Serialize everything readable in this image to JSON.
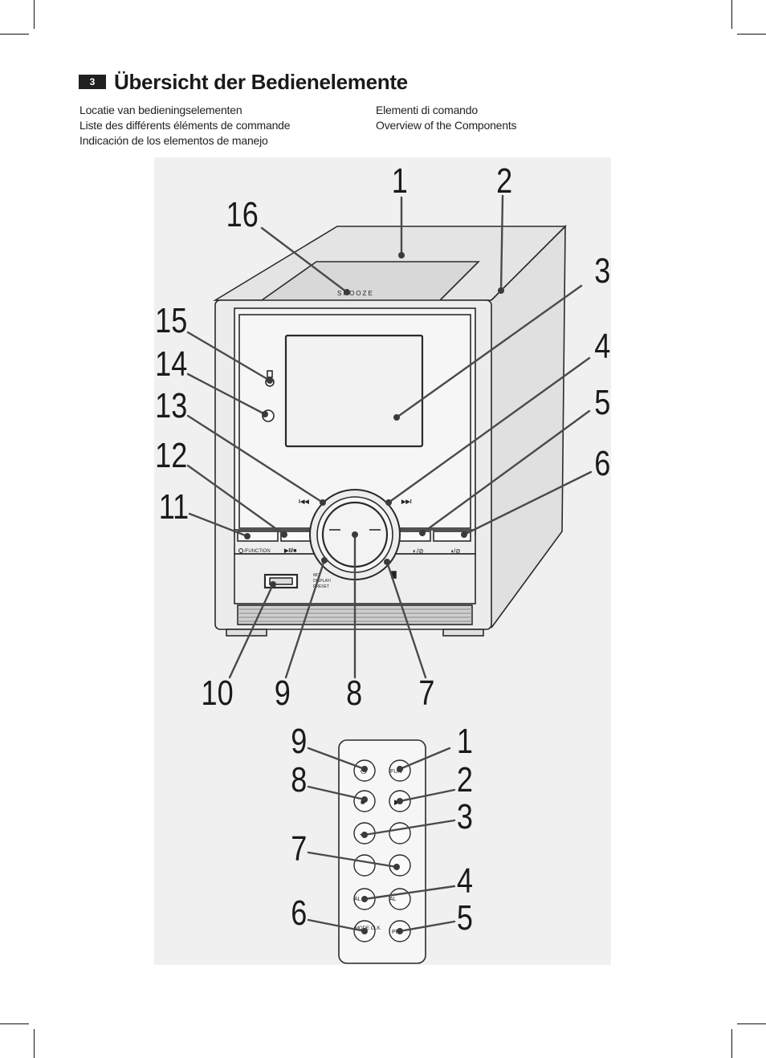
{
  "section": {
    "number": "3",
    "title": "Übersicht der Bedienelemente"
  },
  "subtitles": {
    "left": [
      "Locatie van bedieningselementen",
      "Liste des différents éléments de commande",
      "Indicación de los elementos de manejo"
    ],
    "right": [
      "Elementi di comando",
      "Overview of the Components"
    ]
  },
  "unit_callouts": [
    "1",
    "2",
    "3",
    "4",
    "5",
    "6",
    "7",
    "8",
    "9",
    "10",
    "11",
    "12",
    "13",
    "14",
    "15",
    "16"
  ],
  "remote_callouts": [
    "1",
    "2",
    "3",
    "4",
    "5",
    "6",
    "7",
    "8",
    "9"
  ],
  "device_labels": {
    "snooze": "SNOOZE",
    "function": "/FUNCTION",
    "play_stop": "▶II/■",
    "prev": "I◀◀",
    "next": "▶▶I",
    "mode": "MO",
    "display": "DISPLAY/",
    "preset": "PRESET"
  },
  "remote_labels": {
    "func": "FUN",
    "mode_clk": "MODE CLK.",
    "pr": "PR",
    "al1": "AL",
    "al2": "AL"
  },
  "colors": {
    "figure_bg": "#f0f0f0",
    "ink": "#1a1a1a",
    "badge": "#1f1f1f"
  }
}
